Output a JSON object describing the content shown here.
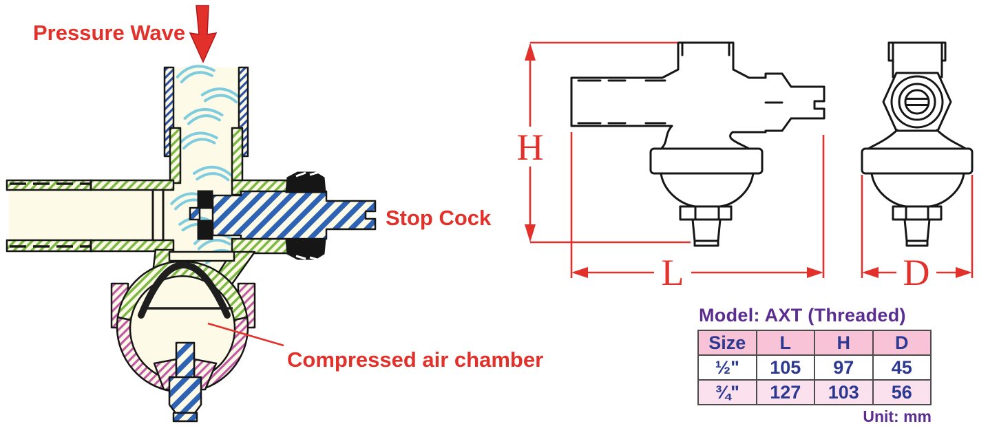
{
  "colors": {
    "label_red": "#e2312a",
    "dimension_red": "#e2312a",
    "title_purple": "#5c2d91",
    "table_text_blue": "#2b3990",
    "table_header_pink": "#f8c3d7",
    "table_row_pink": "#fbe0ed",
    "body_green_hatch": "#7cb843",
    "stopcock_blue_hatch": "#2e62b2",
    "pipe_wall_blue_hatch": "#2d4fa1",
    "chamber_pink_hatch": "#c05aa5",
    "wave_blue": "#7fccdf",
    "cutaway_cream": "#fdfbe8"
  },
  "callouts": {
    "pressure_wave": "Pressure Wave",
    "stop_cock": "Stop Cock",
    "compressed_air_chamber": "Compressed air chamber"
  },
  "dimension_labels": {
    "height": "H",
    "length": "L",
    "diameter": "D"
  },
  "spec_table": {
    "title": "Model: AXT (Threaded)",
    "headers": [
      "Size",
      "L",
      "H",
      "D"
    ],
    "rows": [
      [
        "½\"",
        "105",
        "97",
        "45"
      ],
      [
        "¾\"",
        "127",
        "103",
        "56"
      ]
    ],
    "unit_note": "Unit: mm"
  }
}
